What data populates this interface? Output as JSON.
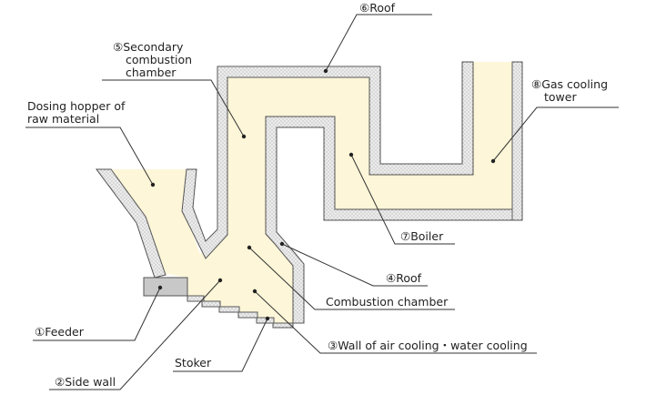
{
  "labels": {
    "roof_top": "⑥Roof",
    "secondary_line1": "⑤Secondary",
    "secondary_line2": "combustion",
    "secondary_line3": "chamber",
    "hopper_line1": "Dosing hopper of",
    "hopper_line2": "raw material",
    "gas_cooling_line1": "⑧Gas cooling",
    "gas_cooling_line2": "tower",
    "boiler": "⑦Boiler",
    "roof_lower": "④Roof",
    "combustion_chamber": "Combustion chamber",
    "wall": "③Wall of air cooling・water cooling",
    "feeder": "①Feeder",
    "stoker": "Stoker",
    "side_wall": "②Side wall"
  },
  "colors": {
    "gas_fill": "#fdf6d8",
    "wall_fill": "#e9e9e9",
    "feeder_fill": "#c8c8c8",
    "outline": "#555555"
  }
}
